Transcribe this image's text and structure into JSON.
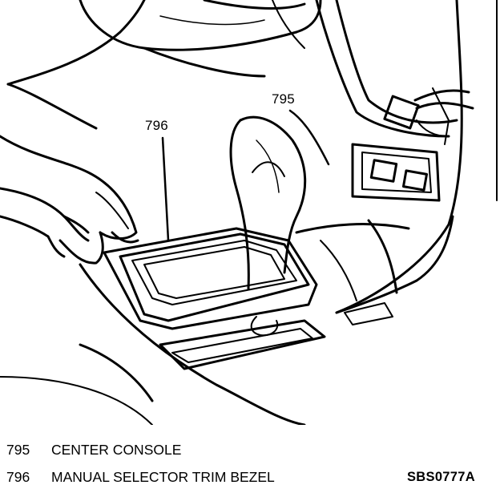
{
  "callouts": {
    "console_number": "795",
    "bezel_number": "796"
  },
  "legend": [
    {
      "number": "795",
      "label": "CENTER CONSOLE"
    },
    {
      "number": "796",
      "label": "MANUAL SELECTOR TRIM BEZEL"
    }
  ],
  "figure_code": "SBS0777A"
}
